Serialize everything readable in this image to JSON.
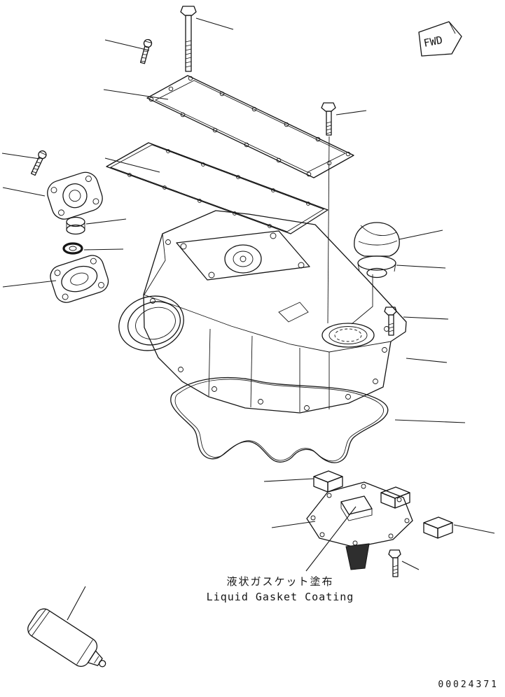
{
  "diagram": {
    "fwd_label": "FWD",
    "caption_jp": "液状ガスケット塗布",
    "caption_en": "Liquid Gasket Coating",
    "part_number": "00024371",
    "colors": {
      "background": "#ffffff",
      "line": "#151515"
    }
  }
}
